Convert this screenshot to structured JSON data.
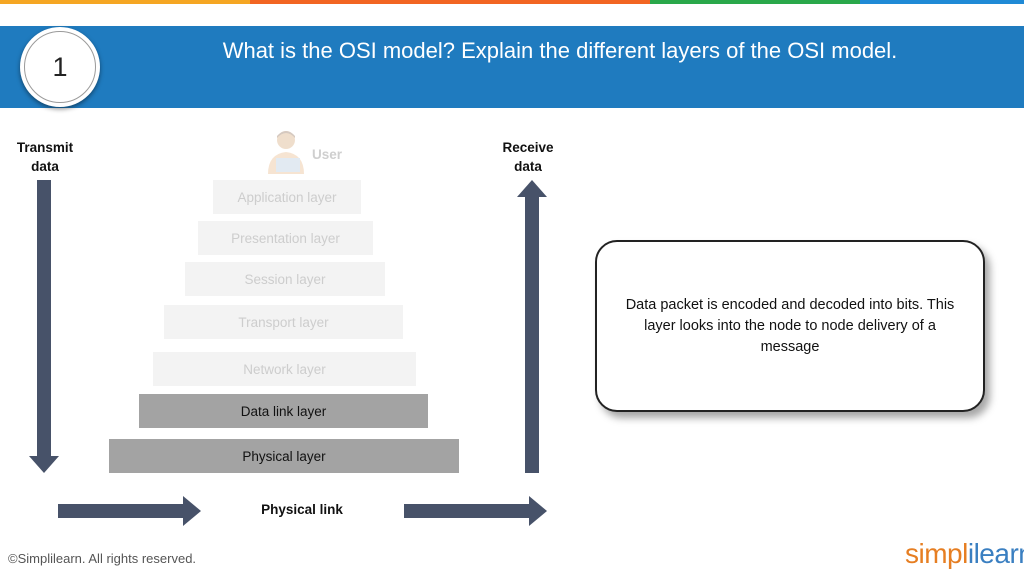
{
  "header": {
    "question_number": "1",
    "title": "What is the OSI model? Explain the different layers of the OSI model.",
    "background": "#1f7bbf",
    "stripe_colors": [
      "#f5a623",
      "#f26522",
      "#2aa84a",
      "#1f8ad6"
    ]
  },
  "diagram": {
    "transmit_label": "Transmit data",
    "receive_label": "Receive data",
    "user_label": "User",
    "layers": [
      {
        "label": "Application layer",
        "state": "faded"
      },
      {
        "label": "Presentation layer",
        "state": "faded"
      },
      {
        "label": "Session layer",
        "state": "faded"
      },
      {
        "label": "Transport layer",
        "state": "faded"
      },
      {
        "label": "Network layer",
        "state": "faded"
      },
      {
        "label": "Data link layer",
        "state": "active"
      },
      {
        "label": "Physical layer",
        "state": "active"
      }
    ],
    "physical_link_label": "Physical link",
    "arrow_color": "#475269"
  },
  "infobox": {
    "text": "Data packet is encoded and decoded into bits. This layer looks into the node to node delivery of a message"
  },
  "footer": {
    "copyright": "©Simplilearn. All rights reserved.",
    "logo_simpl": "simpl",
    "logo_bar": "i",
    "logo_learn": "learn"
  }
}
